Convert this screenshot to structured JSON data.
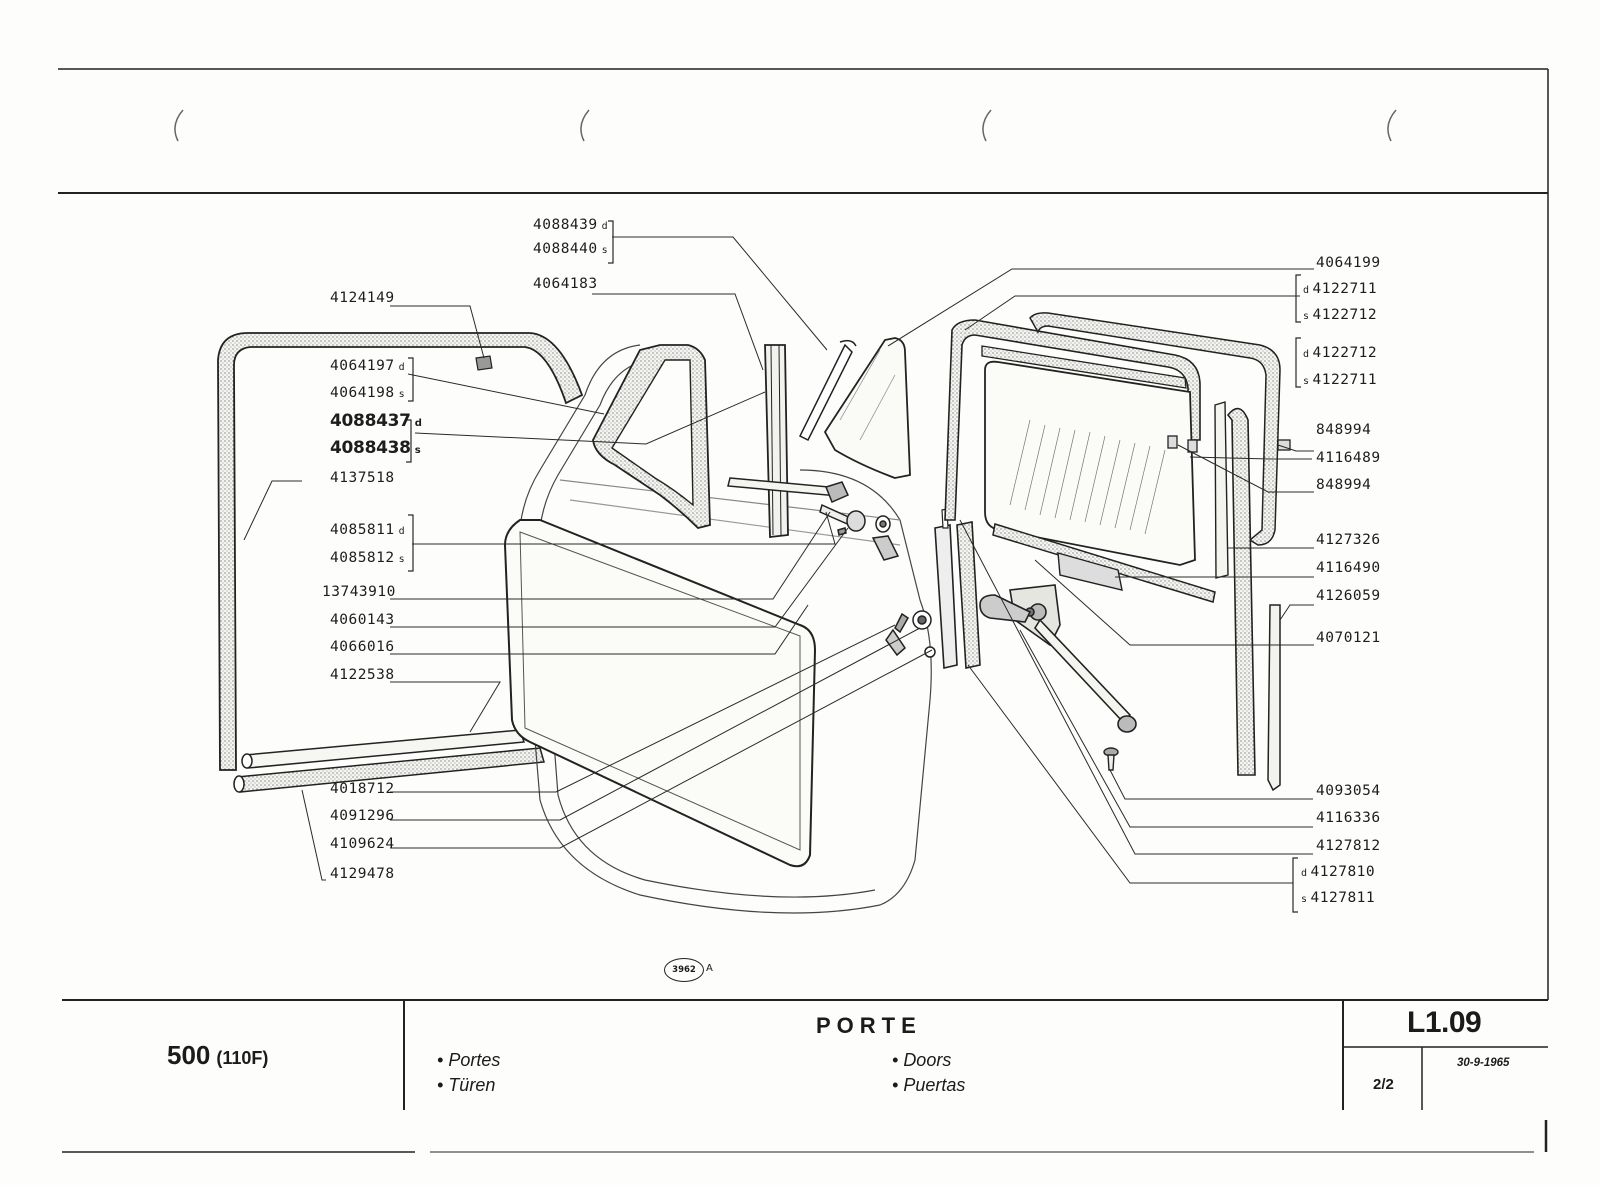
{
  "page": {
    "model": "500",
    "model_sub": "(110F)",
    "title": "PORTE",
    "translations": [
      "Portes",
      "Türen",
      "Doors",
      "Puertas"
    ],
    "code": "L1.09",
    "date": "30-9-1965",
    "page_number": "2/2",
    "figure_ref": "3962",
    "figure_suffix": "A"
  },
  "labels": {
    "l4088439": "4088439",
    "l4088440": "4088440",
    "l4064183": "4064183",
    "l4124149": "4124149",
    "l4064197": "4064197",
    "l4064198": "4064198",
    "l4088437": "4088437",
    "l4088438": "4088438",
    "l4137518": "4137518",
    "l4085811": "4085811",
    "l4085812": "4085812",
    "l13743910": "13743910",
    "l4060143": "4060143",
    "l4066016": "4066016",
    "l4122538": "4122538",
    "l4018712": "4018712",
    "l4091296": "4091296",
    "l4109624": "4109624",
    "l4129478": "4129478",
    "l4064199": "4064199",
    "l4122711a": "4122711",
    "l4122712a": "4122712",
    "l4122712b": "4122712",
    "l4122711b": "4122711",
    "l848994a": "848994",
    "l4116489": "4116489",
    "l848994b": "848994",
    "l4127326": "4127326",
    "l4116490": "4116490",
    "l4126059": "4126059",
    "l4070121": "4070121",
    "l4093054": "4093054",
    "l4116336": "4116336",
    "l4127812": "4127812",
    "l4127810": "4127810",
    "l4127811": "4127811"
  },
  "side_marks": {
    "d": "d",
    "s": "s"
  }
}
